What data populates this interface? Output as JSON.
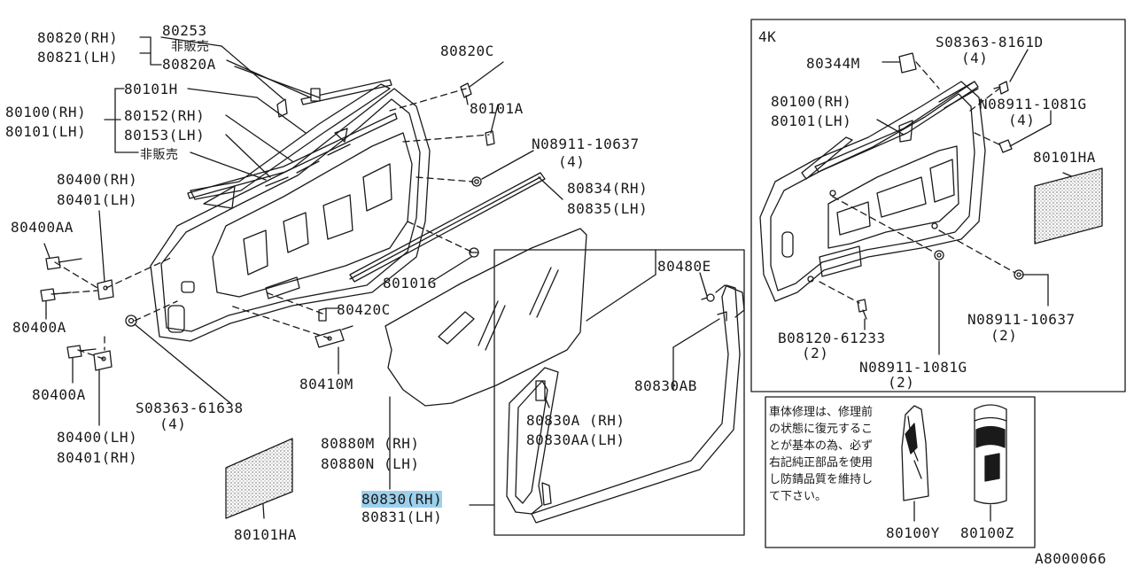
{
  "labels": {
    "l80820rh": "80820(RH)",
    "l80821lh": "80821(LH)",
    "l80253": "80253",
    "lnosale1": "非販売",
    "l80820a": "80820A",
    "l80101h": "80101H",
    "l80100rh": "80100(RH)",
    "l80101lh": "80101(LH)",
    "l80152rh": "80152(RH)",
    "l80153lh": "80153(LH)",
    "lnosale2": "非販売",
    "l80820c": "80820C",
    "l80101a": "80101A",
    "ln0891110637": "N08911-10637",
    "lq4a": "(4)",
    "l80834rh": "80834(RH)",
    "l80835lh": "80835(LH)",
    "l80400rh": "80400(RH)",
    "l80401lh": "80401(LH)",
    "l80400aa": "80400AA",
    "l80400a1": "80400A",
    "l80101g": "80101G",
    "l80420c": "80420C",
    "l80410m": "80410M",
    "l80400a2": "80400A",
    "ls0836361638": "S08363-61638",
    "lq4b": "(4)",
    "l80400lh": "80400(LH)",
    "l80401rh": "80401(RH)",
    "l80880m": "80880M (RH)",
    "l80880n": "80880N (LH)",
    "l80480e": "80480E",
    "l80830ab": "80830AB",
    "l80830a": "80830A (RH)",
    "l80830aa": "80830AA(LH)",
    "l80830rh": "80830(RH)",
    "l80831lh": "80831(LH)",
    "l80101ha1": "80101HA",
    "l4k": "4K",
    "ls083638161d": "S08363-8161D",
    "lq4c": "(4)",
    "l80344m": "80344M",
    "l80100rh2": "80100(RH)",
    "l80101lh2": "80101(LH)",
    "ln089111081g1": "N08911-1081G",
    "lq4d": "(4)",
    "l80101ha2": "80101HA",
    "ln08911106372": "N08911-10637",
    "lq2a": "(2)",
    "lb0812061233": "B08120-61233",
    "lq2b": "(2)",
    "ln089111081g2": "N08911-1081G",
    "lq2c": "(2)",
    "l80100y": "80100Y",
    "l80100z": "80100Z",
    "lcode": "A8000066"
  },
  "notice": "車体修理は、修理前の状態に復元することが基本の為、必ず右記純正部品を使用し防錆品質を維持して下さい。",
  "colors": {
    "line": "#1a1a1a",
    "highlight": "#9cd0ec"
  }
}
